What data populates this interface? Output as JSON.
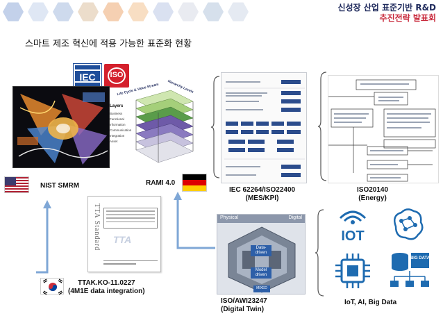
{
  "header": {
    "title_line1": "신성장 산업 표준기반 R&D",
    "title_line2": "추진전략 발표회"
  },
  "page_title": "스마트 제조 혁신에 적용 가능한 표준화 현황",
  "logos": {
    "iec": "IEC",
    "iso": "ISO"
  },
  "standards": {
    "nist": "NIST SMRM",
    "rami": "RAMI 4.0",
    "mes_line1": "IEC 62264/ISO22400",
    "mes_line2": "(MES/KPI)",
    "energy_line1": "ISO20140",
    "energy_line2": "(Energy)",
    "ttak_line1": "TTAK.KO-11.0227",
    "ttak_line2": "(4M1E data integration)",
    "dt_line1": "ISO/AWI23247",
    "dt_line2": "(Digital Twin)",
    "iot": "IoT, AI, Big Data"
  },
  "tta_doc": {
    "vertical_text": "TTA Standard",
    "logo": "TTA"
  },
  "rami_cube": {
    "top_left": "Life Cycle & Value Stream",
    "top_right": "Hierarchy Levels",
    "layers_title": "Layers",
    "layers": [
      "Business",
      "Functional",
      "Information",
      "Communication",
      "Integration",
      "Asset"
    ]
  },
  "dt_panel": {
    "physical": "Physical",
    "digital": "Digital",
    "data_driven_1": "Data-",
    "data_driven_2": "driven",
    "model_driven_1": "Model",
    "model_driven_2": "driven",
    "mixed": "MIXED"
  },
  "iot_icons": {
    "iot_text": "IOT",
    "big_data": "BIG DATA"
  },
  "colors": {
    "title_navy": "#1f2a5c",
    "title_red": "#c8283a",
    "arrow_blue": "#7fa7d6",
    "iec_blue": "#1f4e9a",
    "iso_red": "#d4202c",
    "icon_blue": "#1e6bb0"
  }
}
